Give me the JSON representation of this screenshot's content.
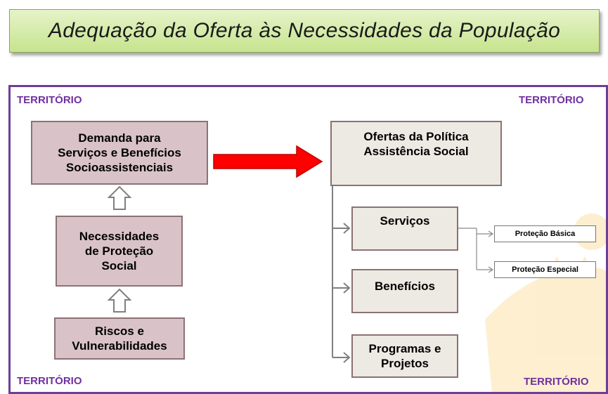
{
  "title": "Adequação da Oferta às Necessidades da População",
  "territory_label": "TERRITÓRIO",
  "left_column": {
    "demand": "Demanda para\nServiços e Benefícios\nSocioassistenciais",
    "needs": "Necessidades\nde Proteção\nSocial",
    "risks": "Riscos e\nVulnerabilidades"
  },
  "right_column": {
    "offers": "Ofertas da Política\nAssistência  Social",
    "services": "Serviços",
    "benefits": "Benefícios",
    "programs": "Programas e\nProjetos"
  },
  "services_branches": {
    "basic": "Proteção Básica",
    "special": "Proteção Especial"
  },
  "colors": {
    "title_background": "#c6e48e",
    "frame_border": "#6b3f99",
    "territory_text": "#7030a0",
    "left_box_fill": "#d9c3c8",
    "right_box_fill": "#ede9e3",
    "main_arrow": "#ff0000",
    "watermark": "#f5b52a"
  }
}
